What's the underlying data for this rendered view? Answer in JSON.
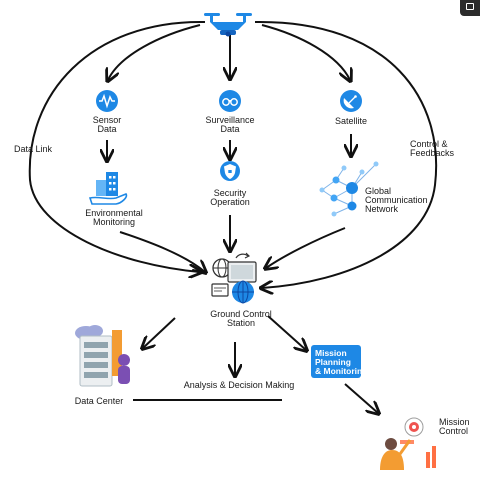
{
  "nodes": {
    "sensor": [
      "Sensor",
      "Data"
    ],
    "surveillance": [
      "Surveillance",
      "Data"
    ],
    "satellite": "Satellite",
    "environmental": [
      "Environmental",
      "Monitoring"
    ],
    "security": [
      "Security",
      "Operation"
    ],
    "global": [
      "Global",
      "Communication",
      "Network"
    ],
    "ground": [
      "Ground Control",
      "Station"
    ],
    "data_center": "Data Center",
    "analysis": "Analysis & Decision Making",
    "mission_planning": [
      "Mission",
      "Planning",
      "& Monitoring"
    ],
    "mission_control": [
      "Mission",
      "Control"
    ]
  },
  "edges": {
    "data_link": "Data Link",
    "control_feedbacks": [
      "Control &",
      "Feedbacks"
    ]
  },
  "colors": {
    "accent": "#1e88e5",
    "accent_dark": "#0d5fb3",
    "box": "#1e88e5",
    "lines": "#111111",
    "orange": "#f39c32",
    "purple": "#7b4fb3"
  }
}
